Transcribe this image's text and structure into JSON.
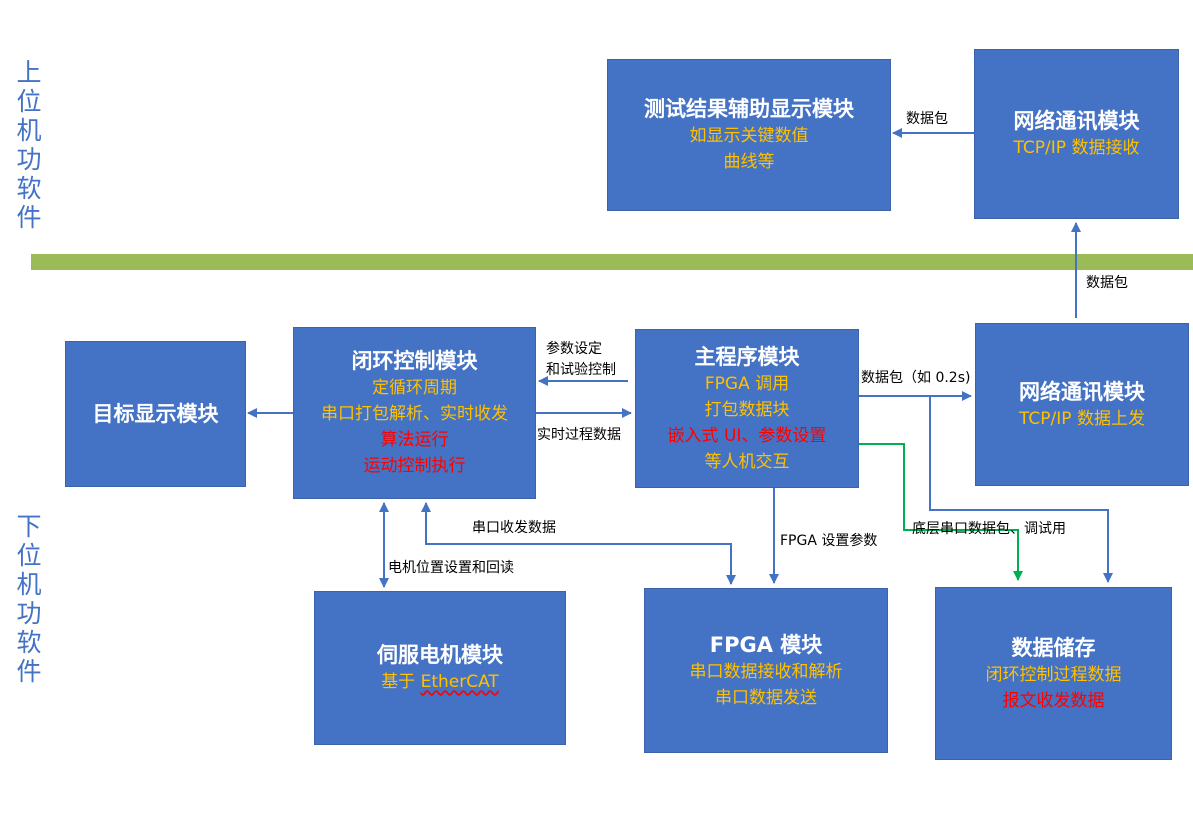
{
  "side_labels": {
    "upper": [
      "上",
      "位",
      "机",
      "功",
      "软",
      "件"
    ],
    "lower": [
      "下",
      "位",
      "机",
      "功",
      "软",
      "件"
    ]
  },
  "modules": {
    "test_result_display": {
      "title": "测试结果辅助显示模块",
      "lines": [
        "如显示关键数值",
        "曲线等"
      ]
    },
    "network_receive": {
      "title": "网络通讯模块",
      "lines": [
        "TCP/IP 数据接收"
      ]
    },
    "target_display": {
      "title": "目标显示模块"
    },
    "closed_loop": {
      "title": "闭环控制模块",
      "lines": [
        "定循环周期",
        "串口打包解析、实时收发",
        "算法运行",
        "运动控制执行"
      ]
    },
    "main_program": {
      "title": "主程序模块",
      "lines": [
        "FPGA 调用",
        "打包数据块",
        "嵌入式 UI、参数设置",
        "等人机交互"
      ]
    },
    "network_send": {
      "title": "网络通讯模块",
      "lines": [
        "TCP/IP 数据上发"
      ]
    },
    "servo_motor": {
      "title": "伺服电机模块",
      "line_prefix": "基于 ",
      "line_word": "EtherCAT"
    },
    "fpga": {
      "title": "FPGA 模块",
      "lines": [
        "串口数据接收和解析",
        "串口数据发送"
      ]
    },
    "data_storage": {
      "title": "数据储存",
      "lines": [
        "闭环控制过程数据",
        "报文收发数据"
      ]
    }
  },
  "edge_labels": {
    "packet_top": "数据包",
    "packet_up": "数据包",
    "param_set": [
      "参数设定",
      "和试验控制"
    ],
    "realtime_data": "实时过程数据",
    "packet_interval": "数据包（如 0.2s)",
    "serial_data": "串口收发数据",
    "motor_position": "电机位置设置和回读",
    "fpga_params": "FPGA 设置参数",
    "low_serial": "底层串口数据包、调试用"
  },
  "colors": {
    "box_fill": "#4472c4",
    "box_title": "#ffffff",
    "text_orange": "#ffc000",
    "text_red": "#ff0000",
    "divider": "#9bbb59",
    "arrow_blue": "#4472c4",
    "arrow_green": "#00b050",
    "side_label": "#4472c4"
  }
}
